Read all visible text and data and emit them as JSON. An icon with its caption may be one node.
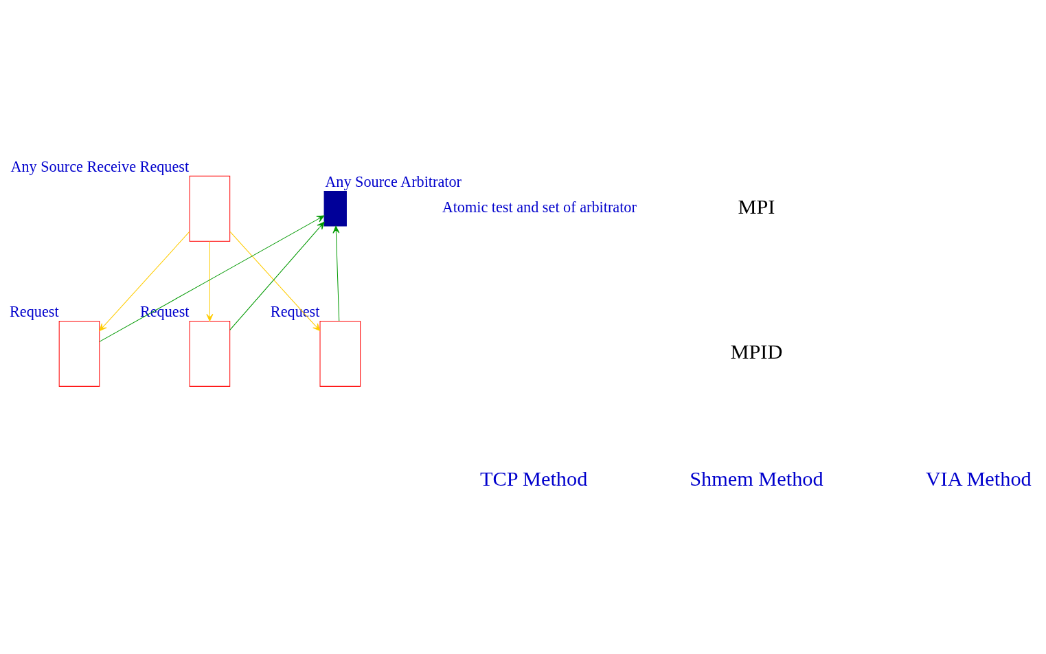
{
  "diagram": {
    "nodes": [
      {
        "text": [],
        "shape": "box",
        "beside": [
          "Any Source Receive Request"
        ]
      },
      {
        "text": [],
        "shape": "box",
        "beside": [
          "Any Source Arbitrator"
        ]
      },
      {
        "text": [],
        "shape": "box",
        "beside": [
          "Request"
        ]
      },
      {
        "text": [],
        "shape": "box",
        "beside": [
          "Request"
        ]
      },
      {
        "text": [],
        "shape": "box",
        "beside": [
          "Request"
        ]
      }
    ],
    "edges": [
      {
        "from": 0,
        "to": 2,
        "arrow": "to",
        "color": "#ffcc00"
      },
      {
        "from": 0,
        "to": 3,
        "arrow": "to",
        "color": "#ffcc00"
      },
      {
        "from": 0,
        "to": 4,
        "arrow": "to",
        "color": "#ffcc00"
      },
      {
        "from": 2,
        "to": 1,
        "arrow": "to",
        "color": "#009900"
      },
      {
        "from": 3,
        "to": 1,
        "arrow": "to",
        "color": "#009900"
      },
      {
        "from": 4,
        "to": 1,
        "arrow": "to",
        "color": "#009900"
      }
    ],
    "labels": [
      "Atomic test and set of arbitrator",
      "MPI",
      "MPID",
      "TCP Method",
      "Shmem Method",
      "VIA Method"
    ]
  }
}
